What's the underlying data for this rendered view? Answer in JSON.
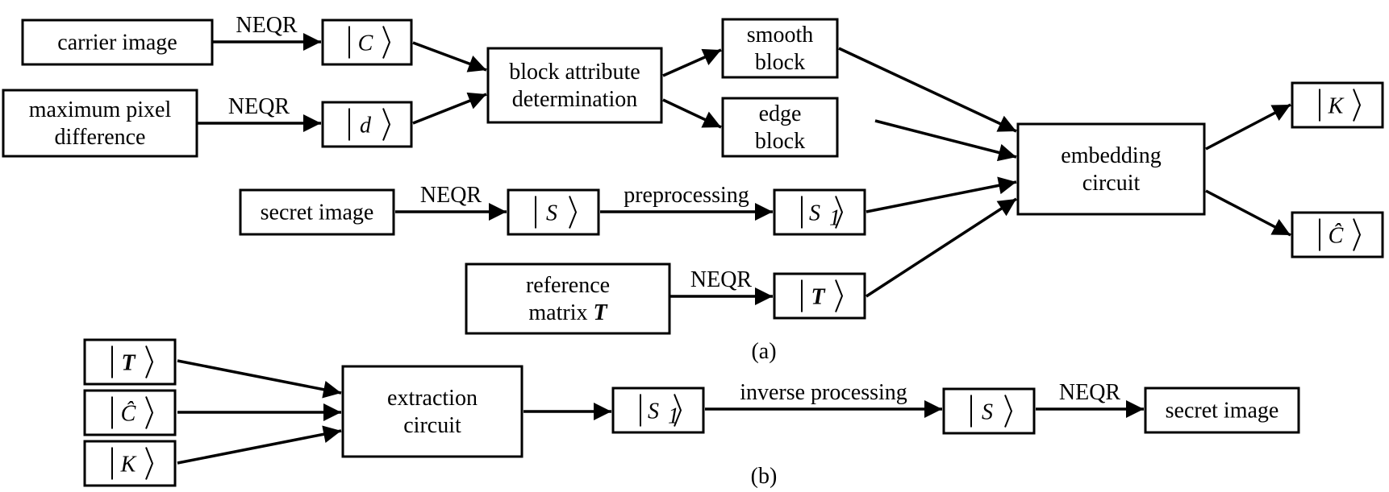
{
  "figure": {
    "captions": {
      "a": "(a)",
      "b": "(b)"
    },
    "nodes": [
      {
        "id": "carrier_image",
        "kind": "text",
        "lines": [
          "carrier image"
        ]
      },
      {
        "id": "max_pixel_diff",
        "kind": "text",
        "lines": [
          "maximum pixel",
          "difference"
        ]
      },
      {
        "id": "ket_C",
        "kind": "ket",
        "symbol": "C"
      },
      {
        "id": "ket_d",
        "kind": "ket",
        "symbol": "d"
      },
      {
        "id": "block_attr",
        "kind": "text",
        "lines": [
          "block attribute",
          "determination"
        ]
      },
      {
        "id": "smooth_block",
        "kind": "text",
        "lines": [
          "smooth",
          "block"
        ]
      },
      {
        "id": "edge_block",
        "kind": "text",
        "lines": [
          "edge",
          "block"
        ]
      },
      {
        "id": "secret_image_a",
        "kind": "text",
        "lines": [
          "secret image"
        ]
      },
      {
        "id": "ket_S_a",
        "kind": "ket",
        "symbol": "S"
      },
      {
        "id": "ket_S1_a",
        "kind": "ket",
        "symbol": "S",
        "subscript": "1"
      },
      {
        "id": "ref_matrix",
        "kind": "text",
        "lines": [
          "reference",
          "matrix T"
        ],
        "bold_suffix": "T"
      },
      {
        "id": "ket_T_a",
        "kind": "ket",
        "symbol": "T",
        "bold": true
      },
      {
        "id": "embedding",
        "kind": "text",
        "lines": [
          "embedding",
          "circuit"
        ]
      },
      {
        "id": "ket_K_a",
        "kind": "ket",
        "symbol": "K"
      },
      {
        "id": "ket_Chat_a",
        "kind": "ket",
        "symbol": "Ĉ"
      },
      {
        "id": "ket_T_b",
        "kind": "ket",
        "symbol": "T",
        "bold": true
      },
      {
        "id": "ket_Chat_b",
        "kind": "ket",
        "symbol": "Ĉ"
      },
      {
        "id": "ket_K_b",
        "kind": "ket",
        "symbol": "K"
      },
      {
        "id": "extraction",
        "kind": "text",
        "lines": [
          "extraction",
          "circuit"
        ]
      },
      {
        "id": "ket_S1_b",
        "kind": "ket",
        "symbol": "S",
        "subscript": "1"
      },
      {
        "id": "ket_S_b",
        "kind": "ket",
        "symbol": "S"
      },
      {
        "id": "secret_image_b",
        "kind": "text",
        "lines": [
          "secret image"
        ]
      }
    ],
    "edges": [
      {
        "from": "carrier_image",
        "to": "ket_C",
        "label": "NEQR"
      },
      {
        "from": "max_pixel_diff",
        "to": "ket_d",
        "label": "NEQR"
      },
      {
        "from": "ket_C",
        "to": "block_attr",
        "label": ""
      },
      {
        "from": "ket_d",
        "to": "block_attr",
        "label": ""
      },
      {
        "from": "block_attr",
        "to": "smooth_block",
        "label": ""
      },
      {
        "from": "block_attr",
        "to": "edge_block",
        "label": ""
      },
      {
        "from": "smooth_block",
        "to": "embedding",
        "label": ""
      },
      {
        "from": "edge_block",
        "to": "embedding",
        "label": ""
      },
      {
        "from": "secret_image_a",
        "to": "ket_S_a",
        "label": "NEQR"
      },
      {
        "from": "ket_S_a",
        "to": "ket_S1_a",
        "label": "preprocessing"
      },
      {
        "from": "ket_S1_a",
        "to": "embedding",
        "label": ""
      },
      {
        "from": "ref_matrix",
        "to": "ket_T_a",
        "label": "NEQR"
      },
      {
        "from": "ket_T_a",
        "to": "embedding",
        "label": ""
      },
      {
        "from": "embedding",
        "to": "ket_K_a",
        "label": ""
      },
      {
        "from": "embedding",
        "to": "ket_Chat_a",
        "label": ""
      },
      {
        "from": "ket_T_b",
        "to": "extraction",
        "label": ""
      },
      {
        "from": "ket_Chat_b",
        "to": "extraction",
        "label": ""
      },
      {
        "from": "ket_K_b",
        "to": "extraction",
        "label": ""
      },
      {
        "from": "extraction",
        "to": "ket_S1_b",
        "label": ""
      },
      {
        "from": "ket_S1_b",
        "to": "ket_S_b",
        "label": "inverse processing"
      },
      {
        "from": "ket_S_b",
        "to": "secret_image_b",
        "label": "NEQR"
      }
    ]
  }
}
